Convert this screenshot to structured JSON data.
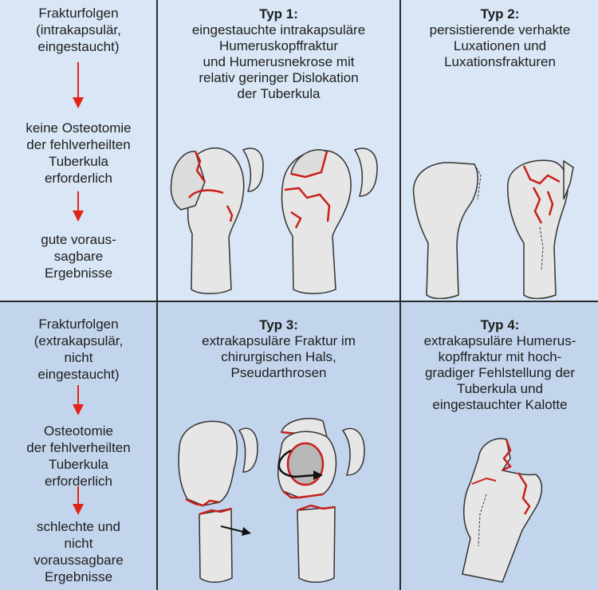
{
  "top_left": {
    "header": "Frakturfolgen\n(intrakapsulär,\neingestaucht)",
    "middle": "keine Osteotomie\nder fehlverheilten\nTuberkula\nerforderlich",
    "bottom": "gute voraus-\nsagbare\nErgebnisse"
  },
  "bottom_left": {
    "header": "Frakturfolgen\n(extrakapsulär,\nnicht\neingestaucht)",
    "middle": "Osteotomie\nder fehlverheilten\nTuberkula\nerforderlich",
    "bottom": "schlechte und\nnicht\nvoraussagbare\nErgebnisse"
  },
  "typ1": {
    "title": "Typ 1:",
    "description": "eingestauchte intrakapsuläre\nHumeruskopffraktur\nund Humerusnekrose mit\nrelativ geringer Dislokation\nder Tuberkula"
  },
  "typ2": {
    "title": "Typ 2:",
    "description": "persistierende verhakte\nLuxationen und\nLuxationsfrakturen"
  },
  "typ3": {
    "title": "Typ 3:",
    "description": "extrakapsuläre Fraktur im\nchirurgischen Hals,\nPseudarthrosen"
  },
  "typ4": {
    "title": "Typ 4:",
    "description": "extrakapsuläre Humerus-\nkopffraktur mit hoch-\ngradiger Fehlstellung der\nTuberkula und\neingestauchter Kalotte"
  },
  "colors": {
    "top_row": "#d9e6f5",
    "bottom_row": "#c3d5ec",
    "arrow": "#e2231a",
    "fracture_line": "#c8201a",
    "bone": "#e8e8e8"
  }
}
